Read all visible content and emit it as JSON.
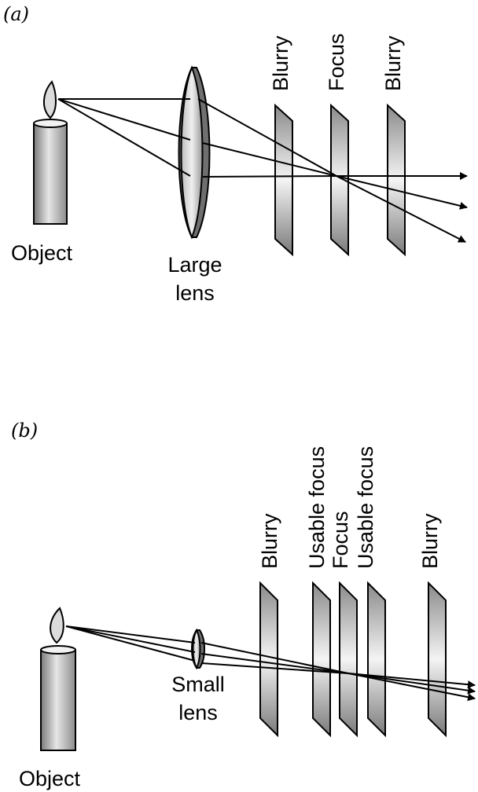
{
  "panel_a": {
    "tag": "(a)",
    "object_label": "Object",
    "lens_label_line1": "Large",
    "lens_label_line2": "lens",
    "screens": [
      "Blurry",
      "Focus",
      "Blurry"
    ]
  },
  "panel_b": {
    "tag": "(b)",
    "object_label": "Object",
    "lens_label_line1": "Small",
    "lens_label_line2": "lens",
    "screens": [
      "Blurry",
      "Usable focus",
      "Focus",
      "Usable focus",
      "Blurry"
    ]
  }
}
